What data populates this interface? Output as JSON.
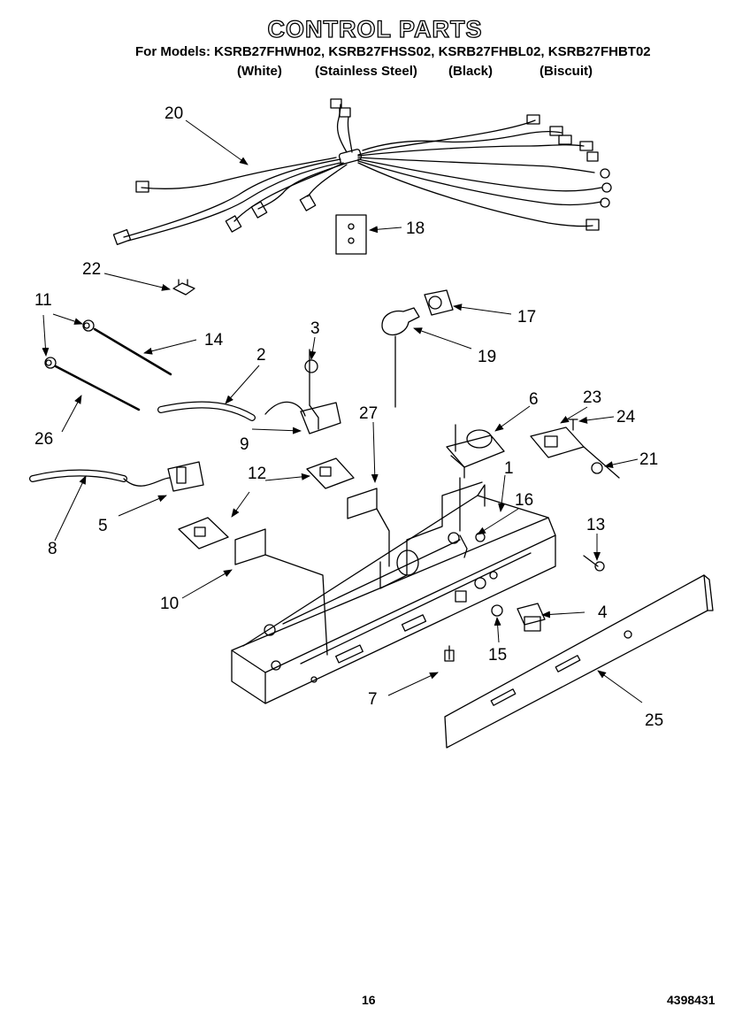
{
  "header": {
    "title": "CONTROL PARTS",
    "models": "For Models: KSRB27FHWH02, KSRB27FHSS02, KSRB27FHBL02, KSRB27FHBT02",
    "variants": [
      "(White)",
      "(Stainless Steel)",
      "(Black)",
      "(Biscuit)"
    ]
  },
  "callouts": [
    "1",
    "2",
    "3",
    "4",
    "5",
    "6",
    "7",
    "8",
    "9",
    "10",
    "11",
    "12",
    "13",
    "14",
    "15",
    "16",
    "17",
    "18",
    "19",
    "20",
    "21",
    "22",
    "23",
    "24",
    "25",
    "26",
    "27"
  ],
  "footer": {
    "page_number": "16",
    "doc_number": "4398431"
  }
}
